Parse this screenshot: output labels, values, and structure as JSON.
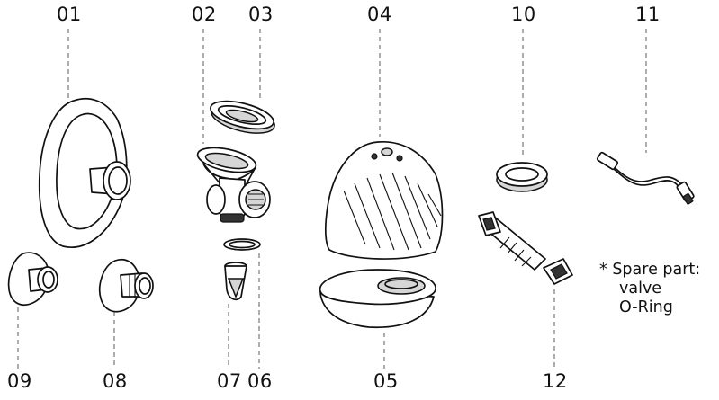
{
  "labels": {
    "p01": "01",
    "p02": "02",
    "p03": "03",
    "p04": "04",
    "p05": "05",
    "p06": "06",
    "p07": "07",
    "p08": "08",
    "p09": "09",
    "p10": "10",
    "p11": "11",
    "p12": "12"
  },
  "note": {
    "line1": "* Spare part:",
    "line2": "valve",
    "line3": "O-Ring"
  }
}
